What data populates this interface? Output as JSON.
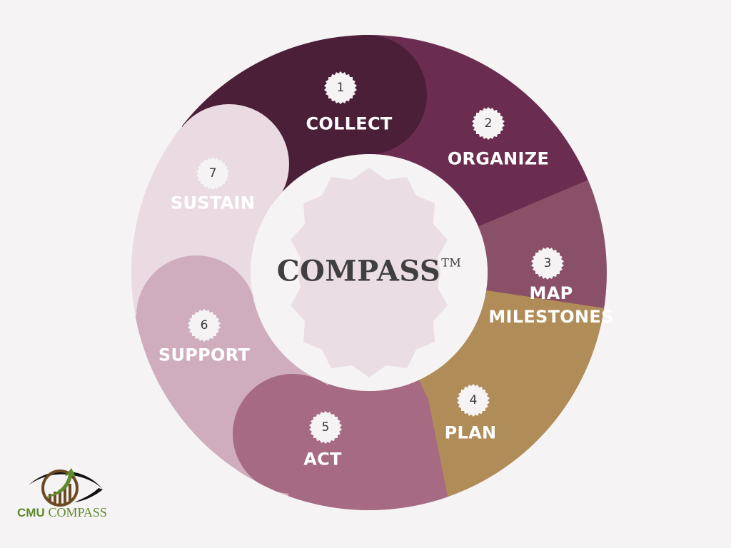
{
  "diagram": {
    "center": {
      "title": "COMPASS",
      "trademark": "TM",
      "circle_color": "#f5f3f4",
      "starburst_color": "#ebdde4",
      "text_color": "#3f3f3f"
    },
    "steps": [
      {
        "number": "1",
        "label": "COLLECT",
        "color": "#4b1f38"
      },
      {
        "number": "2",
        "label": "ORGANIZE",
        "color": "#6b2d4f"
      },
      {
        "number": "3",
        "label": "MAP MILESTONES",
        "label_lines": [
          "MAP",
          "MILESTONES"
        ],
        "color": "#8a5068"
      },
      {
        "number": "4",
        "label": "PLAN",
        "color": "#b08c58"
      },
      {
        "number": "5",
        "label": "ACT",
        "color": "#a66a82"
      },
      {
        "number": "6",
        "label": "SUPPORT",
        "color": "#cfadbd"
      },
      {
        "number": "7",
        "label": "SUSTAIN",
        "color": "#eadbe2"
      }
    ],
    "badge_color": "#f5f3f4",
    "label_color": "#ffffff"
  },
  "logo": {
    "text_bold": "CMU",
    "text_regular": "COMPASS",
    "green": "#5e8a2d",
    "brown": "#6b4a22"
  }
}
